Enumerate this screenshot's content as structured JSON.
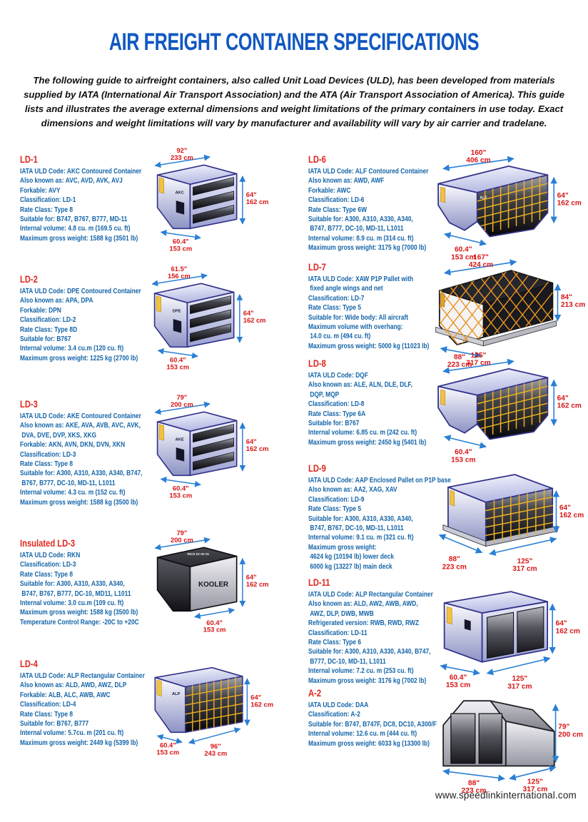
{
  "page": {
    "title": "AIR FREIGHT CONTAINER SPECIFICATIONS",
    "intro": "The following guide to airfreight containers, also called Unit Load Devices (ULD), has been developed from materials supplied by IATA (International Air Transport Association) and the ATA (Air Transport Association of America).  This guide lists and illustrates the average external dimensions and weight limitations of the primary containers in use today.  Exact dimensions and weight limitations will vary by manufacturer and availability will vary by air carrier and tradelane.",
    "footer_link": "www.speedlinkinternational.com"
  },
  "colors": {
    "title_blue": "#1158c2",
    "heading_red": "#e0261c",
    "body_blue": "#1565a8",
    "dim_red": "#d81616",
    "arrow_blue": "#2a7fd4",
    "net_yellow": "#edb11f",
    "frame_blue": "#32328a"
  },
  "sections": [
    {
      "id": "ld-1",
      "title": "LD-1",
      "lines": [
        "IATA ULD Code: AKC Contoured Container",
        "Also known as: AVC, AVD, AVK, AVJ",
        "Forkable: AVY",
        "Classification: LD-1",
        "Rate Class: Type 8",
        "Suitable for: B747, B767, B777, MD-11",
        "Internal volume: 4.8 cu. m (169.5 cu. ft)",
        "Maximum gross weight: 1588 kg (3501 lb)"
      ],
      "illustration": {
        "shape": "contoured-small",
        "container_label": "AKC",
        "dims": [
          {
            "pos": "top",
            "inches": "92\"",
            "cm": "233 cm"
          },
          {
            "pos": "right",
            "inches": "64\"",
            "cm": "162 cm"
          },
          {
            "pos": "bottom-left",
            "inches": "60.4\"",
            "cm": "153 cm"
          }
        ]
      }
    },
    {
      "id": "ld-2",
      "title": "LD-2",
      "lines": [
        "IATA ULD Code: DPE Contoured Container",
        "Also known as: APA, DPA",
        "Forkable: DPN",
        "Classification: LD-2",
        "Rate Class: Type 8D",
        "Suitable for: B767",
        "Internal volume: 3.4  cu.m (120 cu. ft)",
        "Maximum gross weight: 1225 kg (2700 lb)"
      ],
      "illustration": {
        "shape": "contoured-small",
        "container_label": "DPE",
        "dims": [
          {
            "pos": "top",
            "inches": "61.5\"",
            "cm": "156 cm"
          },
          {
            "pos": "right",
            "inches": "64\"",
            "cm": "162 cm"
          },
          {
            "pos": "bottom-left",
            "inches": "60.4\"",
            "cm": "153 cm"
          }
        ]
      }
    },
    {
      "id": "ld-3",
      "title": "LD-3",
      "lines": [
        "IATA ULD Code: AKE Contoured Container",
        "Also known as: AKE, AVA, AVB, AVC, AVK,",
        " DVA, DVE, DVP, XKS, XKG",
        "Forkable: AKN, AVN, DKN, DVN, XKN",
        "Classification: LD-3",
        "Rate Class: Type 8",
        "Suitable for: A300, A310, A330, A340, B747,",
        " B767, B777, DC-10, MD-11, L1011",
        "Internal volume: 4.3 cu. m (152 cu. ft)",
        "Maximum gross weight: 1588 kg (3500 lb)"
      ],
      "illustration": {
        "shape": "contoured-small",
        "container_label": "AKE",
        "dims": [
          {
            "pos": "top",
            "inches": "79\"",
            "cm": "200 cm"
          },
          {
            "pos": "right",
            "inches": "64\"",
            "cm": "162 cm"
          },
          {
            "pos": "bottom-left",
            "inches": "60.4\"",
            "cm": "153 cm"
          }
        ]
      }
    },
    {
      "id": "insulated-ld-3",
      "title": "Insulated LD-3",
      "lines": [
        "IATA ULD Code:  RKN",
        "Classification:  LD-3",
        "Rate Class:  Type 8",
        "Suitable for:  A300, A310, A330, A340,",
        " B747, B767, B777, DC-10, MD11, L1011",
        "Internal volume: 3.0 cu.m (109 cu. ft)",
        "Maximum gross weight: 1588 kg (3500 lb)",
        "Temperature Control Range:  -20C to +20C"
      ],
      "illustration": {
        "shape": "insulated",
        "top_label": "RKN 22 00 IG",
        "side_label": "KOOLER",
        "dims": [
          {
            "pos": "top",
            "inches": "79\"",
            "cm": "200 cm"
          },
          {
            "pos": "right",
            "inches": "64\"",
            "cm": "162 cm"
          },
          {
            "pos": "bottom-right",
            "inches": "60.4\"",
            "cm": "153 cm"
          }
        ]
      }
    },
    {
      "id": "ld-4",
      "title": "LD-4",
      "lines": [
        "IATA ULD Code: ALP Rectangular Container",
        "Also known as: ALD, AWD, AWZ, DLP",
        "Forkable: ALB, ALC, AWB, AWC",
        "Classification: LD-4",
        "Rate Class: Type 8",
        "Suitable for: B767, B777",
        "Internal volume: 5.7cu. m (201 cu. ft)",
        "Maximum gross weight: 2449 kg (5399 lb)"
      ],
      "illustration": {
        "shape": "rect-net",
        "container_label": "ALP",
        "dims": [
          {
            "pos": "right",
            "inches": "64\"",
            "cm": "162 cm"
          },
          {
            "pos": "bottom-left",
            "inches": "60.4\"",
            "cm": "153 cm"
          },
          {
            "pos": "bottom-right",
            "inches": "96\"",
            "cm": "243 cm"
          }
        ]
      }
    },
    {
      "id": "ld-6",
      "title": "LD-6",
      "lines": [
        "IATA ULD Code: ALF Contoured Container",
        "Also known as: AWD, AWF",
        "Forkable: AWC",
        "Classification: LD-6",
        "Rate Class: Type 6W",
        "Suitable for: A300, A310, A330, A340,",
        " B747, B777, DC-10, MD-11, L1011",
        "Internal volume: 8.9 cu. m (314 cu. ft)",
        "Maximum gross weight: 3175 kg (7000 lb)"
      ],
      "illustration": {
        "shape": "long-net",
        "container_label": "ALF",
        "dims": [
          {
            "pos": "top",
            "inches": "160\"",
            "cm": "406 cm"
          },
          {
            "pos": "right",
            "inches": "64\"",
            "cm": "162 cm"
          },
          {
            "pos": "bottom-left",
            "inches": "60.4\"",
            "cm": "153 cm"
          }
        ]
      }
    },
    {
      "id": "ld-7",
      "title": "LD-7",
      "lines": [
        "IATA ULD Code: XAW P1P Pallet with",
        " fixed angle wings and net",
        "Classification: LD-7",
        "Rate Class: Type 5",
        "Suitable for: Wide body: All aircraft",
        "Maximum volume with overhang:",
        " 14.0 cu. m (494 cu. ft)",
        "Maximum gross weight: 5000 kg (11023 lb)"
      ],
      "illustration": {
        "shape": "pallet-net",
        "dims": [
          {
            "pos": "top",
            "inches": "167\"",
            "cm": "424 cm"
          },
          {
            "pos": "right",
            "inches": "84\"",
            "cm": "213 cm"
          },
          {
            "pos": "bottom-left",
            "inches": "88\"",
            "cm": "223 cm"
          }
        ]
      }
    },
    {
      "id": "ld-8",
      "title": "LD-8",
      "lines": [
        "IATA ULD Code: DQF",
        "Also known as: ALE, ALN, DLE, DLF,",
        " DQP, MQP",
        "Classification: LD-8",
        "Rate Class: Type 6A",
        "Suitable for: B767",
        "Internal volume: 6.85 cu. m (242 cu. ft)",
        "Maximum gross weight: 2450 kg (5401 lb)"
      ],
      "illustration": {
        "shape": "long-net",
        "dims": [
          {
            "pos": "top",
            "inches": "125\"",
            "cm": "317 cm"
          },
          {
            "pos": "right",
            "inches": "64\"",
            "cm": "162 cm"
          },
          {
            "pos": "bottom-left",
            "inches": "60.4\"",
            "cm": "153 cm"
          }
        ]
      }
    },
    {
      "id": "ld-9",
      "title": "LD-9",
      "lines": [
        "IATA ULD Code: AAP Enclosed Pallet on P1P base",
        "Also known as: AA2, XAG, XAV",
        "Classification: LD-9",
        "Rate Class: Type 5",
        "Suitable for: A300, A310, A330, A340,",
        " B747, B767, DC-10, MD-11, L1011",
        "Internal volume: 9.1 cu. m (321 cu. ft)",
        "Maximum gross weight:",
        " 4624 kg (10194 lb) lower deck",
        " 6000 kg (13227 lb) main deck"
      ],
      "illustration": {
        "shape": "box-pallet-net",
        "dims": [
          {
            "pos": "right",
            "inches": "64\"",
            "cm": "162 cm"
          },
          {
            "pos": "bottom-left",
            "inches": "88\"",
            "cm": "223 cm"
          },
          {
            "pos": "bottom-right",
            "inches": "125\"",
            "cm": "317 cm"
          }
        ]
      }
    },
    {
      "id": "ld-11",
      "title": "LD-11",
      "lines": [
        "IATA ULD Code: ALP Rectangular Container",
        "Also known as: ALD, AW2, AWB, AWD,",
        " AWZ, DLP, DWB, MWB",
        "Refrigerated version: RWB, RWD, RWZ",
        "Classification: LD-11",
        "Rate Class: Type 6",
        "Suitable for: A300, A310, A330, A340, B747,",
        " B777, DC-10, MD-11, L1011",
        "Internal volume: 7.2 cu. m (253 cu. ft)",
        "Maximum gross weight: 3176 kg (7002 lb)"
      ],
      "illustration": {
        "shape": "rect-doors",
        "dims": [
          {
            "pos": "right",
            "inches": "64\"",
            "cm": "162 cm"
          },
          {
            "pos": "bottom-left",
            "inches": "60.4\"",
            "cm": "153 cm"
          },
          {
            "pos": "bottom-right",
            "inches": "125\"",
            "cm": "317 cm"
          }
        ]
      }
    },
    {
      "id": "a-2",
      "title": "A-2",
      "lines": [
        "IATA ULD Code:  DAA",
        "Classification:  A-2",
        "Suitable for:  B747, B747F, DC8, DC10, A300/F",
        "Internal volume:  12.6 cu. m (444 cu. ft)",
        "Maximum gross weight:  6033 kg (13300 lb)"
      ],
      "illustration": {
        "shape": "igloo",
        "dims": [
          {
            "pos": "right",
            "inches": "79\"",
            "cm": "200 cm"
          },
          {
            "pos": "bottom-left",
            "inches": "88\"",
            "cm": "223 cm"
          },
          {
            "pos": "bottom-right",
            "inches": "125\"",
            "cm": "317 cm"
          }
        ]
      }
    }
  ]
}
